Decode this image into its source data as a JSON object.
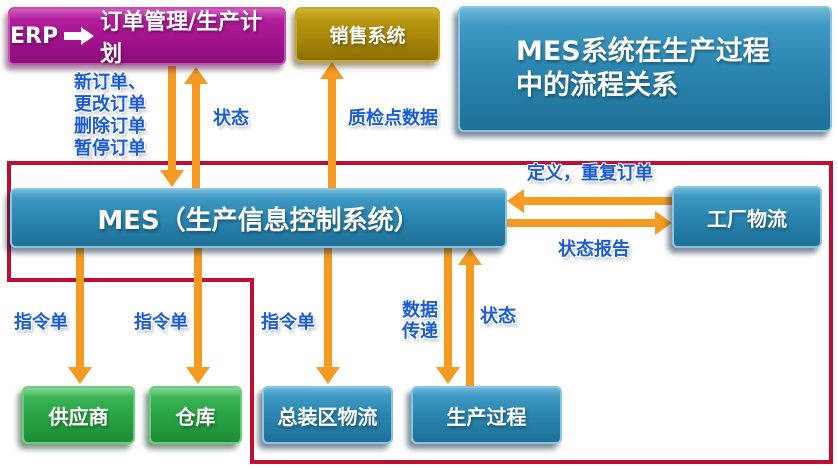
{
  "header": {
    "erp_box": {
      "label": "ERP",
      "target": "订单管理/生产计划"
    },
    "sales_box": {
      "label": "销售系统"
    },
    "title_box": {
      "line1": "MES系统在生产过程",
      "line2": "中的流程关系"
    }
  },
  "mes_box": {
    "label": "MES（生产信息控制系统）"
  },
  "factory_logistics_box": {
    "label": "工厂物流"
  },
  "bottom_boxes": {
    "supplier": "供应商",
    "warehouse": "仓库",
    "assembly_logistics": "总装区物流",
    "production_process": "生产过程"
  },
  "edge_labels": {
    "order_ops": [
      "新订单、",
      "更改订单",
      "删除订单",
      "暂停订单"
    ],
    "status_to_erp": "状态",
    "quality_checkpoint_data": "质检点数据",
    "define_repeat_order": "定义，重复订单",
    "status_report": "状态报告",
    "instruction_supplier": "指令单",
    "instruction_warehouse": "指令单",
    "instruction_assembly": "指令单",
    "data_transfer": [
      "数据",
      "传递"
    ],
    "status_from_production": "状态"
  },
  "colors": {
    "arrow_orange": "#F59B22",
    "boundary_red": "#C00D32",
    "label_blue": "#1B5CD6",
    "erp_magenta": "#A2128C",
    "sales_gold": "#A5840A",
    "box_teal": "#2B87B2",
    "box_green": "#28A344"
  }
}
